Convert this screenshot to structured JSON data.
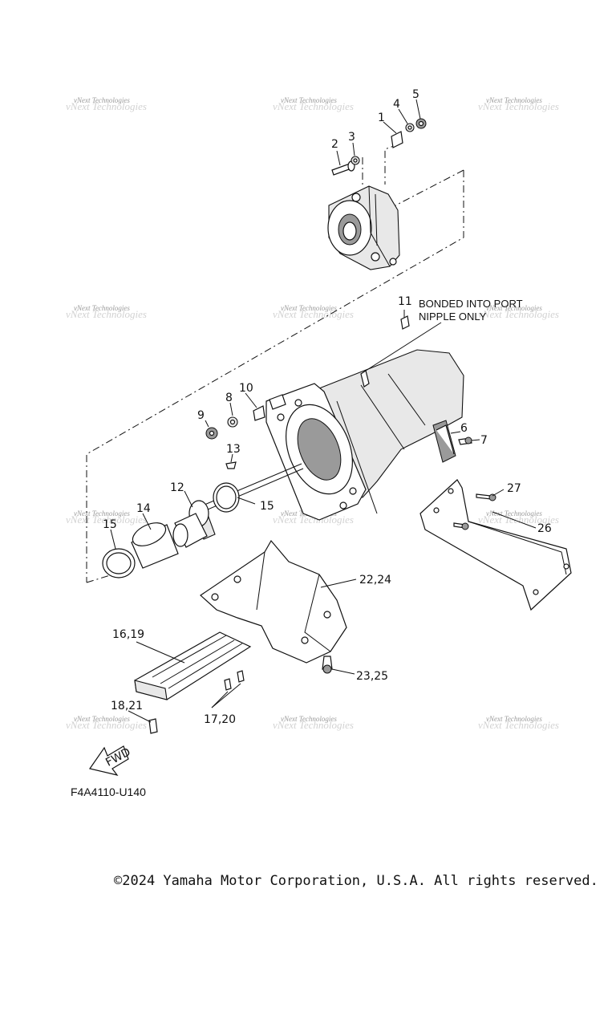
{
  "diagram": {
    "callouts": {
      "c1": "1",
      "c2": "2",
      "c3": "3",
      "c4": "4",
      "c5": "5",
      "c6": "6",
      "c7": "7",
      "c8": "8",
      "c9": "9",
      "c10": "10",
      "c11": "11",
      "c12": "12",
      "c13": "13",
      "c14": "14",
      "c15a": "15",
      "c15b": "15",
      "c16_19": "16,19",
      "c17_20": "17,20",
      "c18_21": "18,21",
      "c22_24": "22,24",
      "c23_25": "23,25",
      "c26": "26",
      "c27": "27"
    },
    "note_line1": "BONDED INTO PORT",
    "note_line2": "NIPPLE ONLY",
    "fwd_label": "FWD",
    "reference_code": "F4A4110-U140",
    "watermark": {
      "line1": "vNext Technologies",
      "line2": "vNext Technologies"
    }
  },
  "footer": {
    "copyright": "©2024 Yamaha Motor Corporation, U.S.A. All rights reserved."
  }
}
